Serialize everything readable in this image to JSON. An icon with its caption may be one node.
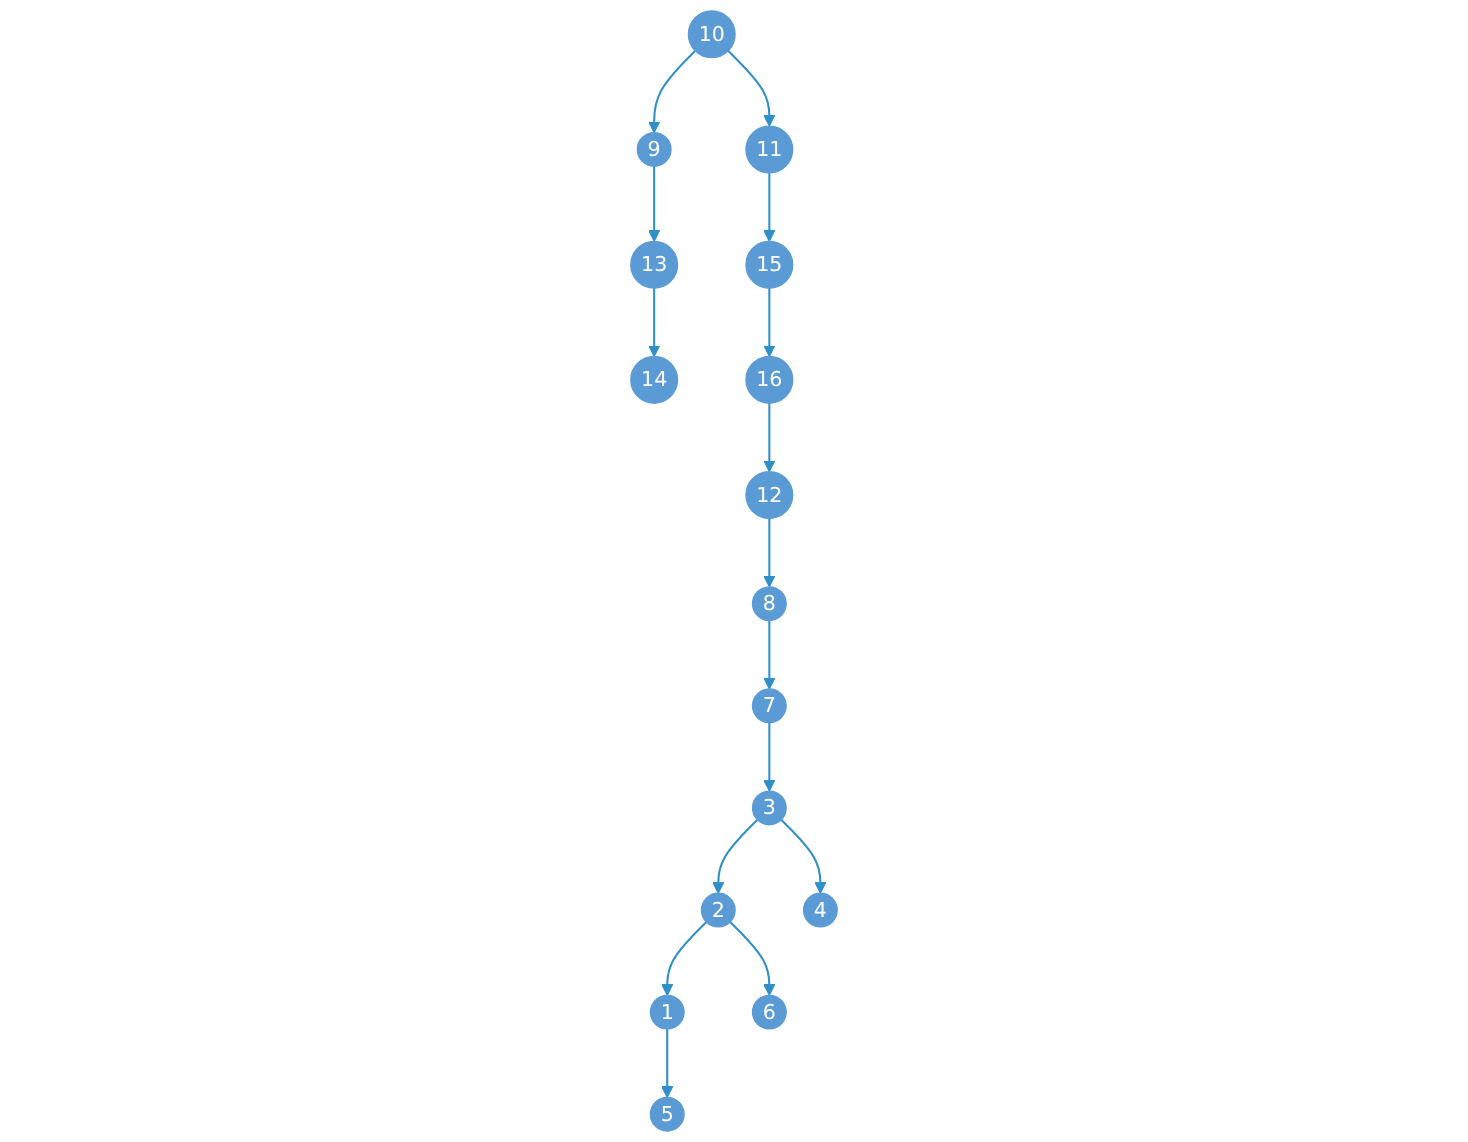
{
  "diagram": {
    "nodes": [
      {
        "text": [
          "1"
        ]
      },
      {
        "text": [
          "2"
        ]
      },
      {
        "text": [
          "3"
        ]
      },
      {
        "text": [
          "4"
        ]
      },
      {
        "text": [
          "5"
        ]
      },
      {
        "text": [
          "6"
        ]
      },
      {
        "text": [
          "7"
        ]
      },
      {
        "text": [
          "8"
        ]
      },
      {
        "text": [
          "9"
        ]
      },
      {
        "text": [
          "10"
        ]
      },
      {
        "text": [
          "11"
        ]
      },
      {
        "text": [
          "12"
        ]
      },
      {
        "text": [
          "13"
        ]
      },
      {
        "text": [
          "14"
        ]
      },
      {
        "text": [
          "15"
        ]
      },
      {
        "text": [
          "16"
        ]
      }
    ],
    "edges": [
      {
        "from": 1,
        "to": 0,
        "arrow": "to"
      },
      {
        "from": 2,
        "to": 1,
        "arrow": "to"
      },
      {
        "from": 2,
        "to": 3,
        "arrow": "to"
      },
      {
        "from": 0,
        "to": 4,
        "arrow": "to"
      },
      {
        "from": 1,
        "to": 5,
        "arrow": "to"
      },
      {
        "from": 6,
        "to": 2,
        "arrow": "to"
      },
      {
        "from": 7,
        "to": 6,
        "arrow": "to"
      },
      {
        "from": 11,
        "to": 7,
        "arrow": "to"
      },
      {
        "from": 9,
        "to": 8,
        "arrow": "to"
      },
      {
        "from": 9,
        "to": 10,
        "arrow": "to"
      },
      {
        "from": 8,
        "to": 12,
        "arrow": "to"
      },
      {
        "from": 10,
        "to": 14,
        "arrow": "to"
      },
      {
        "from": 12,
        "to": 13,
        "arrow": "to"
      },
      {
        "from": 14,
        "to": 15,
        "arrow": "to"
      },
      {
        "from": 15,
        "to": 11,
        "arrow": "to"
      }
    ]
  }
}
